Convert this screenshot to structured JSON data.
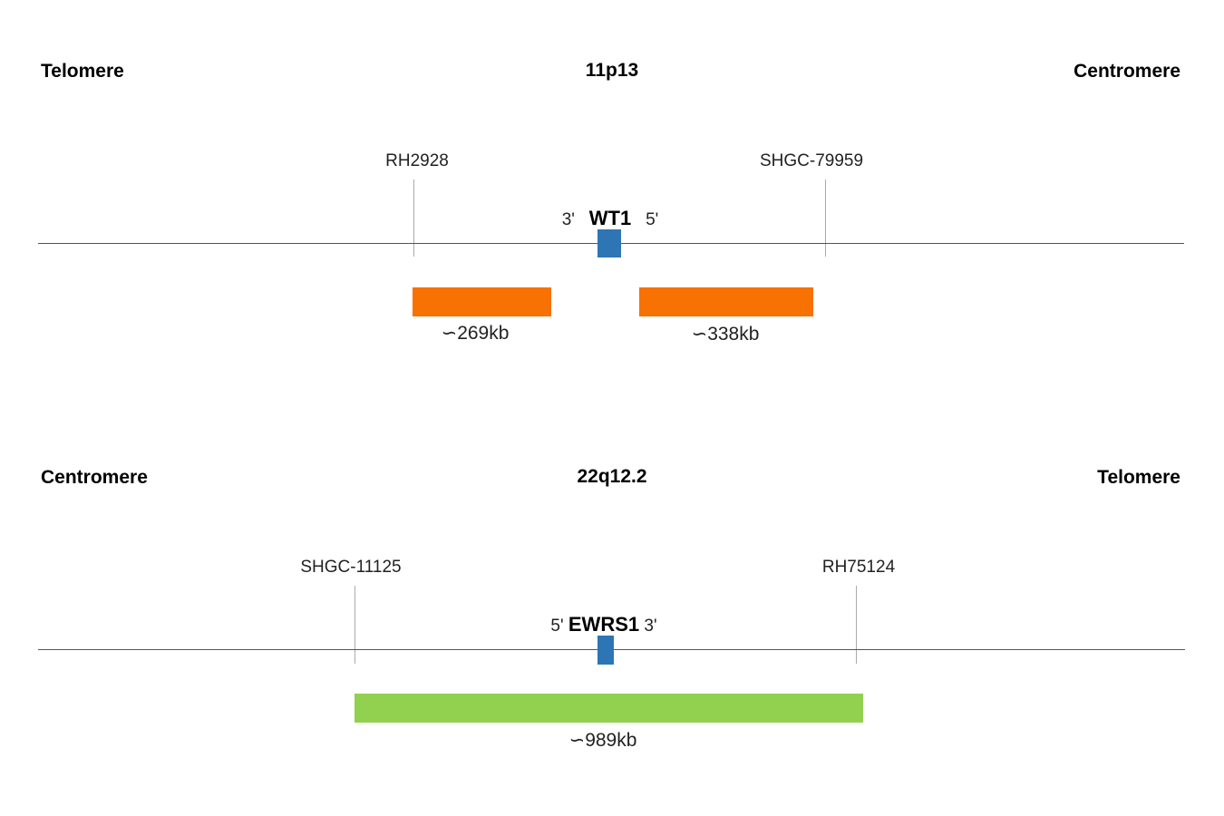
{
  "panels": [
    {
      "left_end": "Telomere",
      "band": "11p13",
      "right_end": "Centromere",
      "markers": [
        {
          "name": "RH2928"
        },
        {
          "name": "SHGC-79959"
        }
      ],
      "gene": {
        "name": "WT1",
        "left_end": "3'",
        "right_end": "5'"
      },
      "regions": [
        {
          "size": "∽269kb",
          "color": "#f77103"
        },
        {
          "size": "∽338kb",
          "color": "#f77103"
        }
      ]
    },
    {
      "left_end": "Centromere",
      "band": "22q12.2",
      "right_end": "Telomere",
      "markers": [
        {
          "name": "SHGC-11125"
        },
        {
          "name": "RH75124"
        }
      ],
      "gene": {
        "name": "EWRS1",
        "left_end": "5'",
        "right_end": "3'"
      },
      "regions": [
        {
          "size": "∽989kb",
          "color": "#92d050"
        }
      ]
    }
  ],
  "colors": {
    "gene": "#2e75b6",
    "region_orange": "#f77103",
    "region_green": "#92d050"
  }
}
